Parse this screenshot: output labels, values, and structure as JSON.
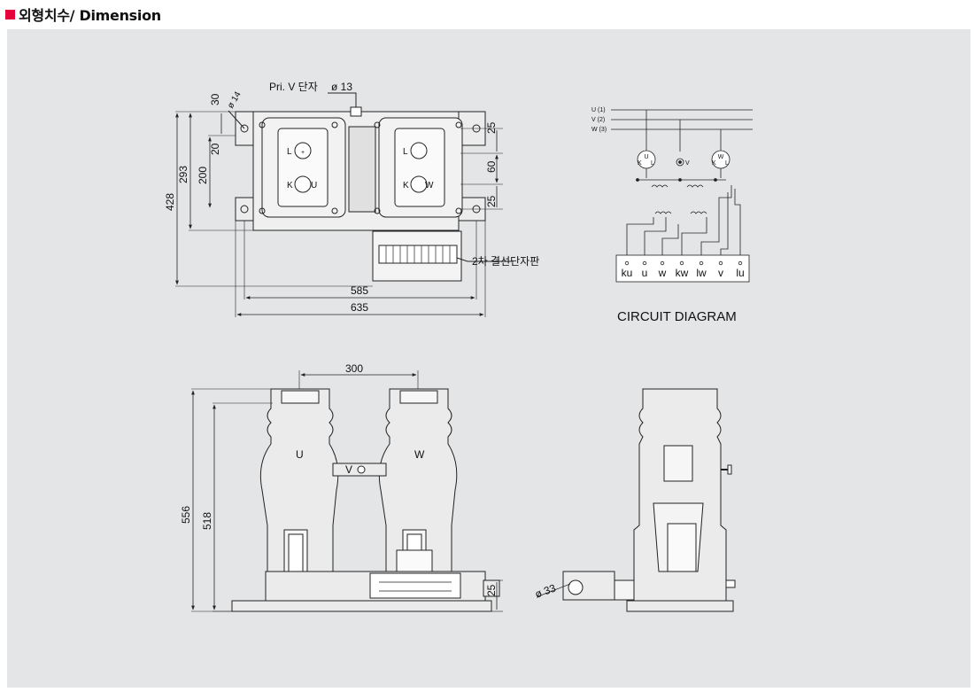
{
  "header": {
    "title": "외형치수/ Dimension",
    "marker_color": "#e4003a"
  },
  "colors": {
    "panel": "#e4e5e7",
    "body": "#ebebeb",
    "stroke": "#222222"
  },
  "top_view": {
    "label_pri": "Pri. V 단자",
    "label_pri_dia": "ø 13",
    "label_hole": "ø 14",
    "label_terminal_board": "2차 결선단자판",
    "dims": {
      "d30": "30",
      "d20": "20",
      "d200": "200",
      "d293": "293",
      "d428": "428",
      "d585": "585",
      "d635": "635",
      "d25a": "25",
      "d60": "60",
      "d25b": "25"
    },
    "marks": {
      "L": "L",
      "K": "K",
      "U": "U",
      "W": "W"
    }
  },
  "circuit": {
    "title": "CIRCUIT DIAGRAM",
    "lines": [
      "U (1)",
      "V (2)",
      "W (3)"
    ],
    "terminals": [
      "ku",
      "u",
      "w",
      "kw",
      "lw",
      "v",
      "lu"
    ],
    "coil_labels": {
      "U": "U",
      "W": "W",
      "V": "V",
      "K": "K",
      "L": "L"
    }
  },
  "front_view": {
    "dims": {
      "d300": "300",
      "d556": "556",
      "d518": "518",
      "d25": "25"
    },
    "labels": {
      "U": "U",
      "W": "W",
      "V": "V"
    }
  },
  "side_view": {
    "dims": {
      "d33": "ø 33"
    }
  }
}
